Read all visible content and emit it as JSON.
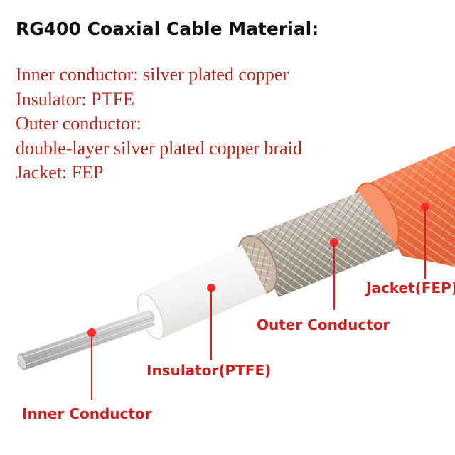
{
  "title": "RG400 Coaxial Cable Material:",
  "specs": [
    "Inner conductor: silver plated copper",
    "Insulator: PTFE",
    "Outer conductor:",
    "double-layer silver plated copper braid",
    "Jacket: FEP"
  ],
  "callouts": {
    "jacket": "Jacket(FEP)",
    "outer": "Outer Conductor",
    "insulator": "Insulator(PTFE)",
    "inner": "Inner Conductor"
  },
  "colors": {
    "title": "#111111",
    "spec_text": "#b5251e",
    "callout": "#cc1f1f",
    "jacket": "#f47a4a",
    "braid": "#b9b1a6",
    "insulator": "#f6f6f4",
    "conductor": "#c8c8c8"
  }
}
